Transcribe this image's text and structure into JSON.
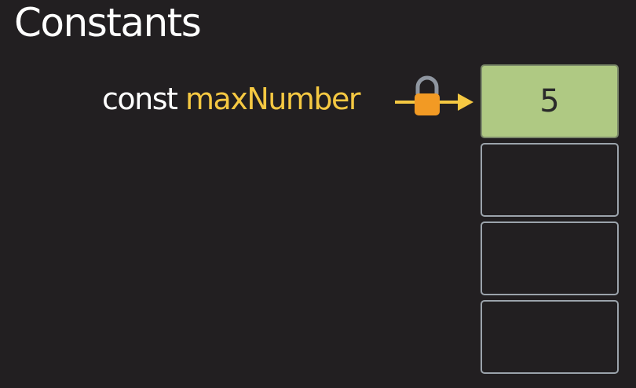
{
  "title": "Constants",
  "declaration": {
    "keyword": "const",
    "identifier": "maxNumber"
  },
  "memory": {
    "slots": [
      "5",
      "",
      "",
      ""
    ]
  },
  "icons": {
    "lock": "lock-icon",
    "arrow": "arrow-right-icon"
  },
  "colors": {
    "background": "#221f21",
    "identifier": "#f5c842",
    "lock_body": "#f29a24",
    "slot_filled": "#afc983",
    "slot_border": "#9ba3ab"
  }
}
